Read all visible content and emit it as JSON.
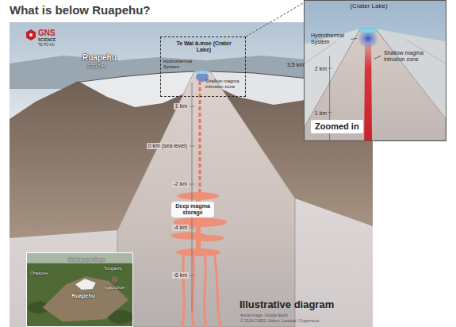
{
  "diagram": {
    "title": "What is below Ruapehu?",
    "nodes": [
      {
        "text": [
          "Te Wai ā-moe (Crater Lake)",
          "Hydrothermal System",
          "Shallow magma intrusion zone"
        ]
      },
      {
        "text": [
          "(Crater Lake)",
          "Hydrothermal System",
          "Shallow magma intrusion zone",
          "2 km",
          "1 km",
          "Zoomed in"
        ]
      },
      {
        "text": [
          "Deep magma storage"
        ]
      },
      {
        "text": [
          "Ohakune",
          "Whakapapa village",
          "Tongariro",
          "Ruapehu",
          "Ngauruhoe"
        ]
      }
    ],
    "edges": [
      {
        "from": 0,
        "to": 1,
        "arrow": "none"
      }
    ],
    "labels": [
      "GNS",
      "SCIENCE",
      "TE PŪ AO",
      "Ruapehu",
      "2797m",
      "3.5 km",
      "1 km",
      "0 km (sea level)",
      "-2 km",
      "-4 km",
      "-6 km",
      "Illustrative diagram",
      "Aerial image: Google Earth",
      "© 2024 CNES / Airbus, Landsat / Copernicus"
    ]
  }
}
